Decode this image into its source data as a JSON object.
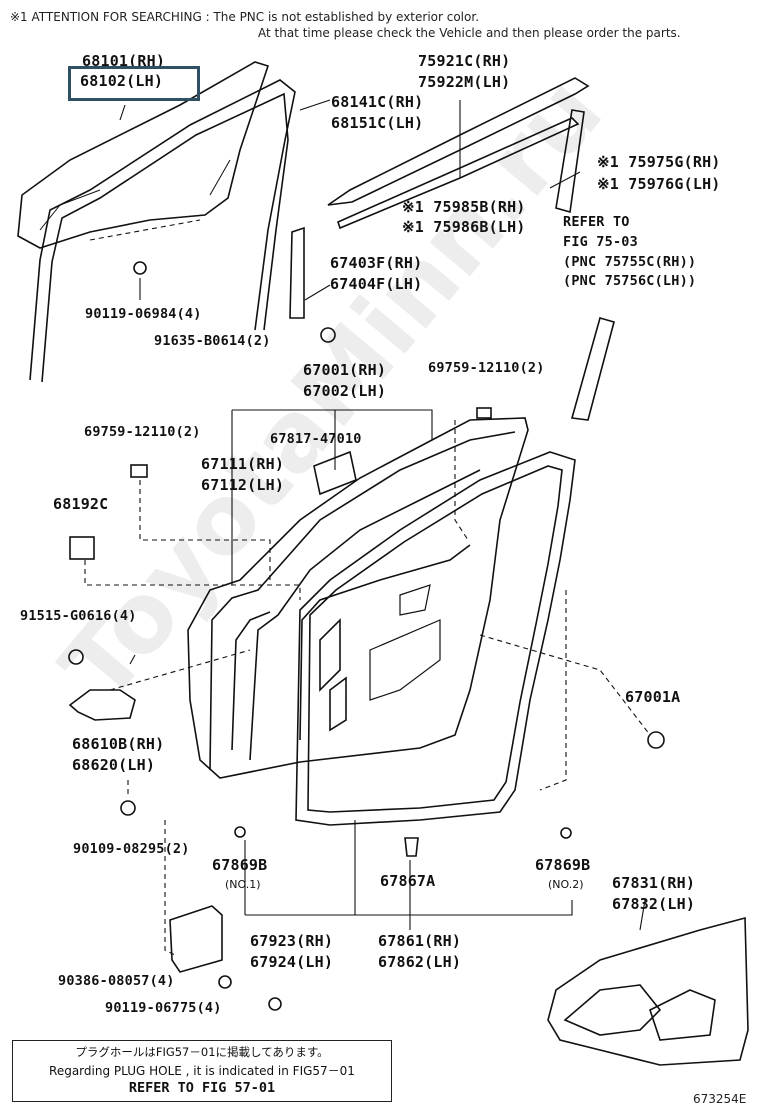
{
  "attention": {
    "line1": "※1  ATTENTION FOR SEARCHING : The PNC is not established by exterior color.",
    "line2": "At that time please check the Vehicle and then please order the parts."
  },
  "labels": {
    "p68101": "68101(RH)",
    "p68102": "68102(LH)",
    "p75921": "75921C(RH)",
    "p75922": "75922M(LH)",
    "p68141": "68141C(RH)",
    "p68151": "68151C(LH)",
    "p75975": "※1 75975G(RH)",
    "p75976": "※1 75976G(LH)",
    "p75985": "※1 75985B(RH)",
    "p75986": "※1 75986B(LH)",
    "refer_to": "REFER TO",
    "fig7503": "FIG 75-03",
    "pnc75755": "(PNC 75755C(RH))",
    "pnc75756": "(PNC 75756C(LH))",
    "p67403": "67403F(RH)",
    "p67404": "67404F(LH)",
    "p90119a": "90119-06984(4)",
    "p91635": "91635-B0614(2)",
    "p67001": "67001(RH)",
    "p67002": "67002(LH)",
    "p69759a": "69759-12110(2)",
    "p69759b": "69759-12110(2)",
    "p67817": "67817-47010",
    "p67111": "67111(RH)",
    "p67112": "67112(LH)",
    "p68192": "68192C",
    "p91515": "91515-G0616(4)",
    "p67001A": "67001A",
    "p68610": "68610B(RH)",
    "p68620": "68620(LH)",
    "p90109": "90109-08295(2)",
    "p67869a": "67869B",
    "no1": "(NO.1)",
    "p67867": "67867A",
    "p67869b": "67869B",
    "no2": "(NO.2)",
    "p67831": "67831(RH)",
    "p67832": "67832(LH)",
    "p67923": "67923(RH)",
    "p67924": "67924(LH)",
    "p67861": "67861(RH)",
    "p67862": "67862(LH)",
    "p90386": "90386-08057(4)",
    "p90119b": "90119-06775(4)"
  },
  "note_box": {
    "jp": "プラグホールはFIG57－01に掲載してあります。",
    "en": "Regarding PLUG HOLE , it is indicated in FIG57－01",
    "ref": "REFER TO FIG 57-01"
  },
  "figure_id": "673254E",
  "watermark": "ToyotaMinn.ru",
  "highlight_color": "#2f4f63"
}
